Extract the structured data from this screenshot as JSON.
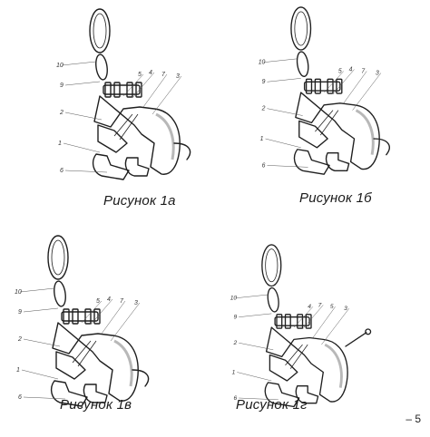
{
  "page_number": "– 5",
  "colors": {
    "ink": "#1f1f1f",
    "shade": "#9a9a9a",
    "leader": "#555555"
  },
  "figures": [
    {
      "id": "1a",
      "caption": "Рисунок 1а",
      "callouts": [
        "10",
        "9",
        "5",
        "4",
        "7",
        "3",
        "2",
        "1",
        "6"
      ]
    },
    {
      "id": "1b",
      "caption": "Рисунок 1б",
      "callouts": [
        "10",
        "9",
        "5",
        "4",
        "7",
        "3",
        "2",
        "1",
        "6"
      ]
    },
    {
      "id": "1v",
      "caption": "Рисунок 1в",
      "callouts": [
        "10",
        "9",
        "5",
        "4",
        "7",
        "3",
        "2",
        "1",
        "6"
      ]
    },
    {
      "id": "1g",
      "caption": "Рисунок 1г",
      "callouts": [
        "10",
        "9",
        "4",
        "7",
        "5",
        "3",
        "2",
        "1",
        "6"
      ]
    }
  ]
}
